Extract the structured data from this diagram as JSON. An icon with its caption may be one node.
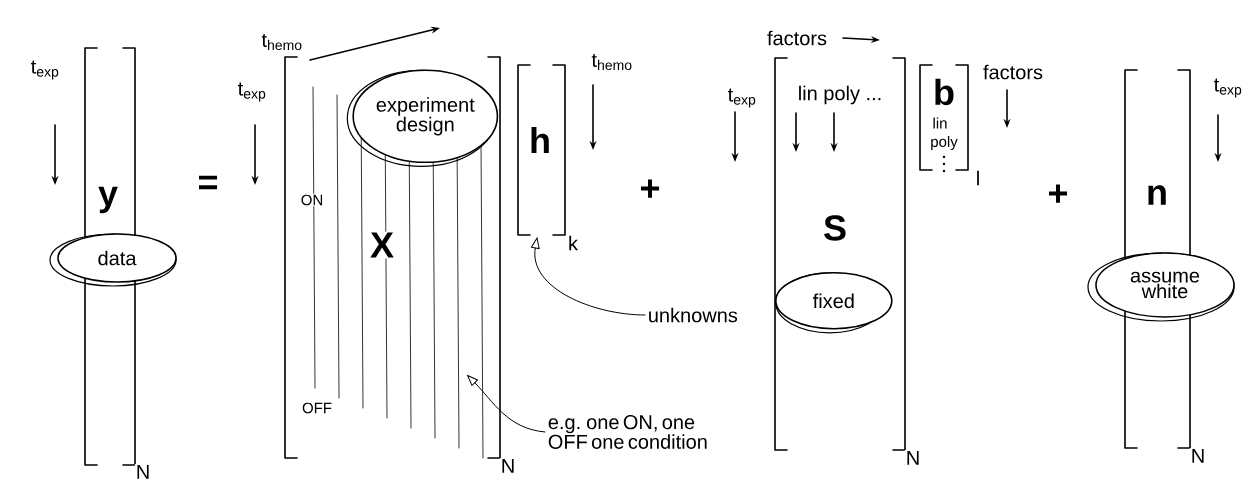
{
  "diagram": {
    "nodes": [
      {
        "text": [
          "y"
        ],
        "beside": [
          "t$_{exp}$",
          "N"
        ]
      },
      {
        "text": [
          "data"
        ]
      },
      {
        "text": [
          "X",
          "ON",
          "OFF"
        ],
        "beside": [
          "t$_{hemo}$",
          "t$_{exp}$",
          "N"
        ]
      },
      {
        "text": [
          "experiment design"
        ],
        "in": 2
      },
      {
        "text": [
          "h"
        ],
        "beside": [
          "t$_{hemo}$",
          "k"
        ]
      },
      {
        "text": [
          "lin poly ...",
          "S"
        ],
        "beside": [
          "factors",
          "t$_{exp}$",
          "N"
        ]
      },
      {
        "text": [
          "fixed"
        ],
        "in": 5
      },
      {
        "text": [
          "b",
          "lin",
          "poly"
        ],
        "beside": [
          "factors",
          "l"
        ]
      },
      {
        "text": [
          "n"
        ],
        "beside": [
          "t$_{exp}$",
          "N"
        ]
      },
      {
        "text": [
          "assume white"
        ]
      },
      {
        "text": [
          "unknowns"
        ]
      },
      {
        "text": [
          "e.g. one ON, one OFF one condition"
        ]
      }
    ],
    "edges": [
      {
        "from": 10,
        "to": 4,
        "arrow": "to"
      },
      {
        "from": 11,
        "to": 2,
        "arrow": "to"
      }
    ],
    "labels": [
      "=",
      "+",
      "+"
    ]
  }
}
